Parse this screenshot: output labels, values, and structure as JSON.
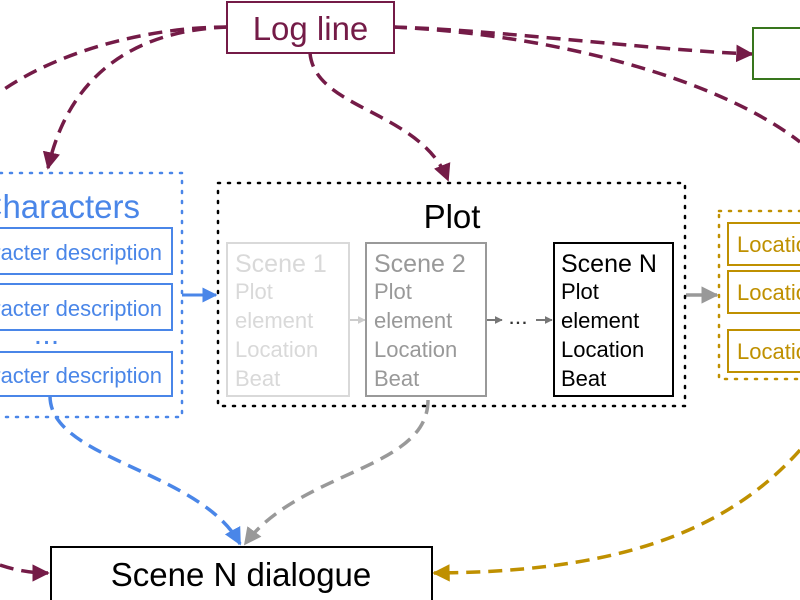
{
  "colors": {
    "logline": "#741b47",
    "characters": "#4a86e8",
    "locations": "#bf9000",
    "green_box": "#38761d",
    "plot": "#000000",
    "scene1": "#d9d9d9",
    "scene2": "#999999",
    "sceneN": "#000000",
    "dialogue": "#000000"
  },
  "logline": {
    "label": "Log line"
  },
  "characters": {
    "title": "Characters",
    "items": [
      {
        "label": "Character description"
      },
      {
        "label": "Character description"
      },
      {
        "label": "Character description"
      }
    ],
    "ellipsis": "..."
  },
  "plot": {
    "title": "Plot",
    "scenes": [
      {
        "title": "Scene 1",
        "lines": [
          "Plot",
          "element",
          "Location",
          "Beat"
        ]
      },
      {
        "title": "Scene 2",
        "lines": [
          "Plot",
          "element",
          "Location",
          "Beat"
        ]
      },
      {
        "title": "Scene N",
        "lines": [
          "Plot",
          "element",
          "Location",
          "Beat"
        ]
      }
    ],
    "ellipsis": "..."
  },
  "locations": {
    "items": [
      {
        "label": "Location"
      },
      {
        "label": "Location"
      },
      {
        "label": "Location"
      }
    ]
  },
  "dialogue": {
    "label": "Scene N dialogue"
  }
}
